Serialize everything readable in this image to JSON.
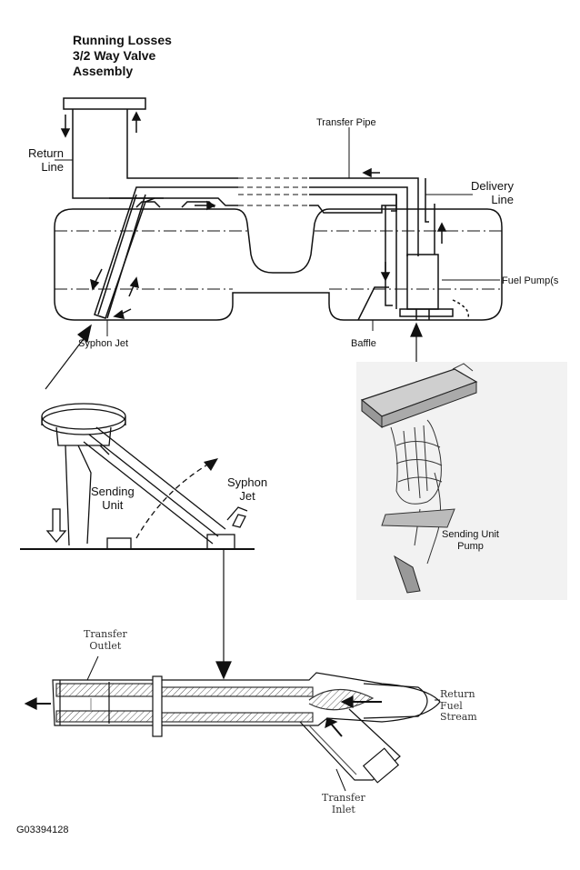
{
  "title_lines": [
    "Running Losses",
    "3/2 Way Valve",
    "Assembly"
  ],
  "labels": {
    "return_line_1": "Return",
    "return_line_2": "Line",
    "transfer_pipe": "Transfer Pipe",
    "delivery_line_1": "Delivery",
    "delivery_line_2": "Line",
    "fuel_pump": "Fuel Pump(s",
    "syphon_jet_top": "Syphon Jet",
    "baffle": "Baffle",
    "sending_unit_1": "Sending",
    "sending_unit_2": "Unit",
    "syphon_jet_1": "Syphon",
    "syphon_jet_2": "Jet",
    "sending_unit_pump_1": "Sending Unit",
    "sending_unit_pump_2": "Pump",
    "transfer_outlet_1": "Transfer",
    "transfer_outlet_2": "Outlet",
    "return_fuel_1": "Return",
    "return_fuel_2": "Fuel",
    "return_fuel_3": "Stream",
    "transfer_inlet_1": "Transfer",
    "transfer_inlet_2": "Inlet"
  },
  "figure_id": "G03394128",
  "colors": {
    "line": "#111111",
    "hatch": "#444444",
    "gray": "#888888"
  }
}
